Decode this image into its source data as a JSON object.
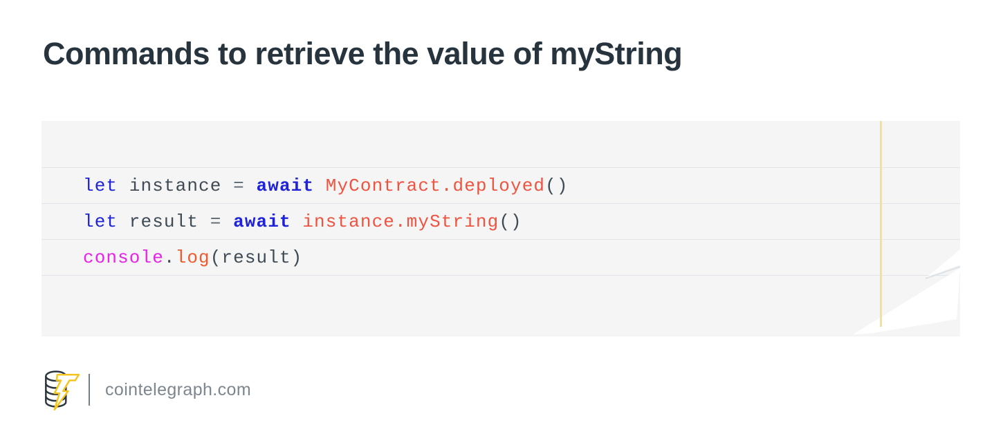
{
  "title": "Commands to retrieve the value of myString",
  "theme": {
    "page-bg": "#ffffff",
    "title-color": "#27333d",
    "code-bg": "#f5f5f6",
    "separator-color": "#dee4e9",
    "accent-line-color": "#f1dfa8",
    "footer-text-color": "#7d868e",
    "divider-color": "#757d84",
    "code-plain": "#3e4a54",
    "logo-dark": "#2b3640",
    "logo-yellow": "#f6c41f",
    "tear-white": "#ffffff",
    "tear-edge-gray": "#dce3e8"
  },
  "code": {
    "syntax_colors": {
      "keyword": "#1e22d8",
      "keyword_bold": "#1e22d8",
      "member": "#ee5340",
      "object": "#e623e6",
      "method": "#ed5a2d",
      "operator": "#5d6873",
      "plain": "#3e4a54"
    },
    "lines": [
      {
        "tokens": [
          {
            "t": "let",
            "c": "keyword"
          },
          {
            "t": " instance ",
            "c": "plain"
          },
          {
            "t": "=",
            "c": "operator"
          },
          {
            "t": " ",
            "c": "plain"
          },
          {
            "t": "await",
            "c": "keyword_bold"
          },
          {
            "t": " ",
            "c": "plain"
          },
          {
            "t": "MyContract.deployed",
            "c": "member"
          },
          {
            "t": "()",
            "c": "plain"
          }
        ]
      },
      {
        "tokens": [
          {
            "t": "let",
            "c": "keyword"
          },
          {
            "t": " result ",
            "c": "plain"
          },
          {
            "t": "=",
            "c": "operator"
          },
          {
            "t": " ",
            "c": "plain"
          },
          {
            "t": "await",
            "c": "keyword_bold"
          },
          {
            "t": " ",
            "c": "plain"
          },
          {
            "t": "instance.myString",
            "c": "member"
          },
          {
            "t": "()",
            "c": "plain"
          }
        ]
      },
      {
        "tokens": [
          {
            "t": "console",
            "c": "object"
          },
          {
            "t": ".",
            "c": "plain"
          },
          {
            "t": "log",
            "c": "method"
          },
          {
            "t": "(result)",
            "c": "plain"
          }
        ]
      }
    ]
  },
  "footer": {
    "site_label": "cointelegraph.com",
    "logo_icon": "cointelegraph-coin-bolt-logo"
  }
}
